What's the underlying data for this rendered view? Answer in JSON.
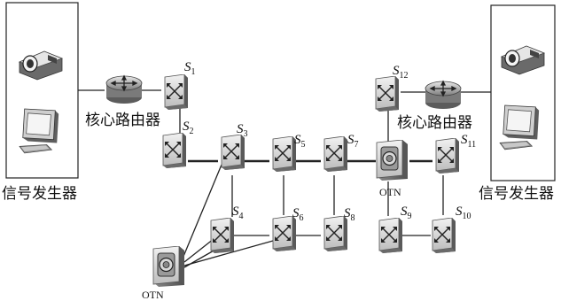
{
  "labels": {
    "signal_generator": "信号发生器",
    "core_router": "核心路由器",
    "otn": "OTN"
  },
  "switch_labels": {
    "s1": {
      "letter": "S",
      "sub": "1"
    },
    "s2": {
      "letter": "S",
      "sub": "2"
    },
    "s3": {
      "letter": "S",
      "sub": "3"
    },
    "s4": {
      "letter": "S",
      "sub": "4"
    },
    "s5": {
      "letter": "S",
      "sub": "5"
    },
    "s6": {
      "letter": "S",
      "sub": "6"
    },
    "s7": {
      "letter": "S",
      "sub": "7"
    },
    "s8": {
      "letter": "S",
      "sub": "8"
    },
    "s9": {
      "letter": "S",
      "sub": "9"
    },
    "s10": {
      "letter": "S",
      "sub": "10"
    },
    "s11": {
      "letter": "S",
      "sub": "11"
    },
    "s12": {
      "letter": "S",
      "sub": "12"
    }
  },
  "colors": {
    "device_dark": "#6e6e6e",
    "device_mid": "#a8a8a8",
    "device_light": "#e2e2e2",
    "line": "#222222"
  },
  "icons": [
    "projector-icon",
    "computer-icon",
    "router-icon",
    "switch-icon",
    "otn-icon"
  ]
}
